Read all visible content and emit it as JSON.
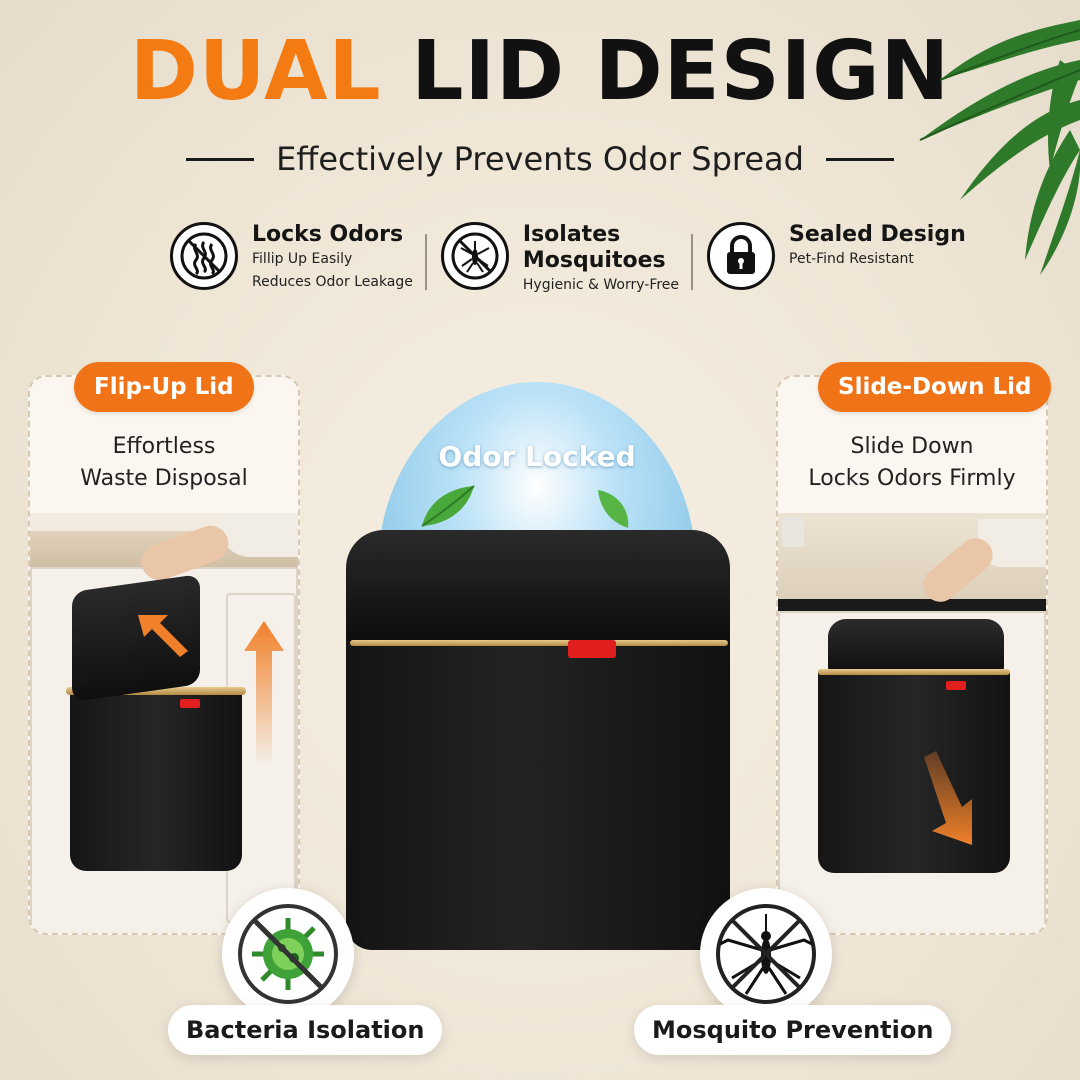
{
  "header": {
    "title_accent": "DUAL",
    "title_rest": "LID DESIGN",
    "subtitle": "Effectively Prevents Odor Spread"
  },
  "features": [
    {
      "icon": "no-odor-icon",
      "title": "Locks Odors",
      "line1": "Fillip Up Easily",
      "line2": "Reduces Odor Leakage"
    },
    {
      "icon": "no-mosquito-icon",
      "title_line1": "Isolates",
      "title_line2": "Mosquitoes",
      "line1": "Hygienic & Worry-Free"
    },
    {
      "icon": "padlock-icon",
      "title": "Sealed Design",
      "line1": "Pet-Find Resistant"
    }
  ],
  "left_panel": {
    "pill": "Flip-Up Lid",
    "desc_line1": "Effortless",
    "desc_line2": "Waste Disposal"
  },
  "right_panel": {
    "pill": "Slide-Down Lid",
    "desc_line1": "Slide Down",
    "desc_line2": "Locks Odors Firmly"
  },
  "center": {
    "dome_label": "Odor Locked"
  },
  "badges": [
    {
      "icon": "bacteria-icon",
      "label": "Bacteria Isolation"
    },
    {
      "icon": "no-mosquito-icon",
      "label": "Mosquito Prevention"
    }
  ],
  "colors": {
    "accent": "#f47a12",
    "pill": "#f07417",
    "latch": "#e21f1f",
    "bin": "#141414"
  }
}
